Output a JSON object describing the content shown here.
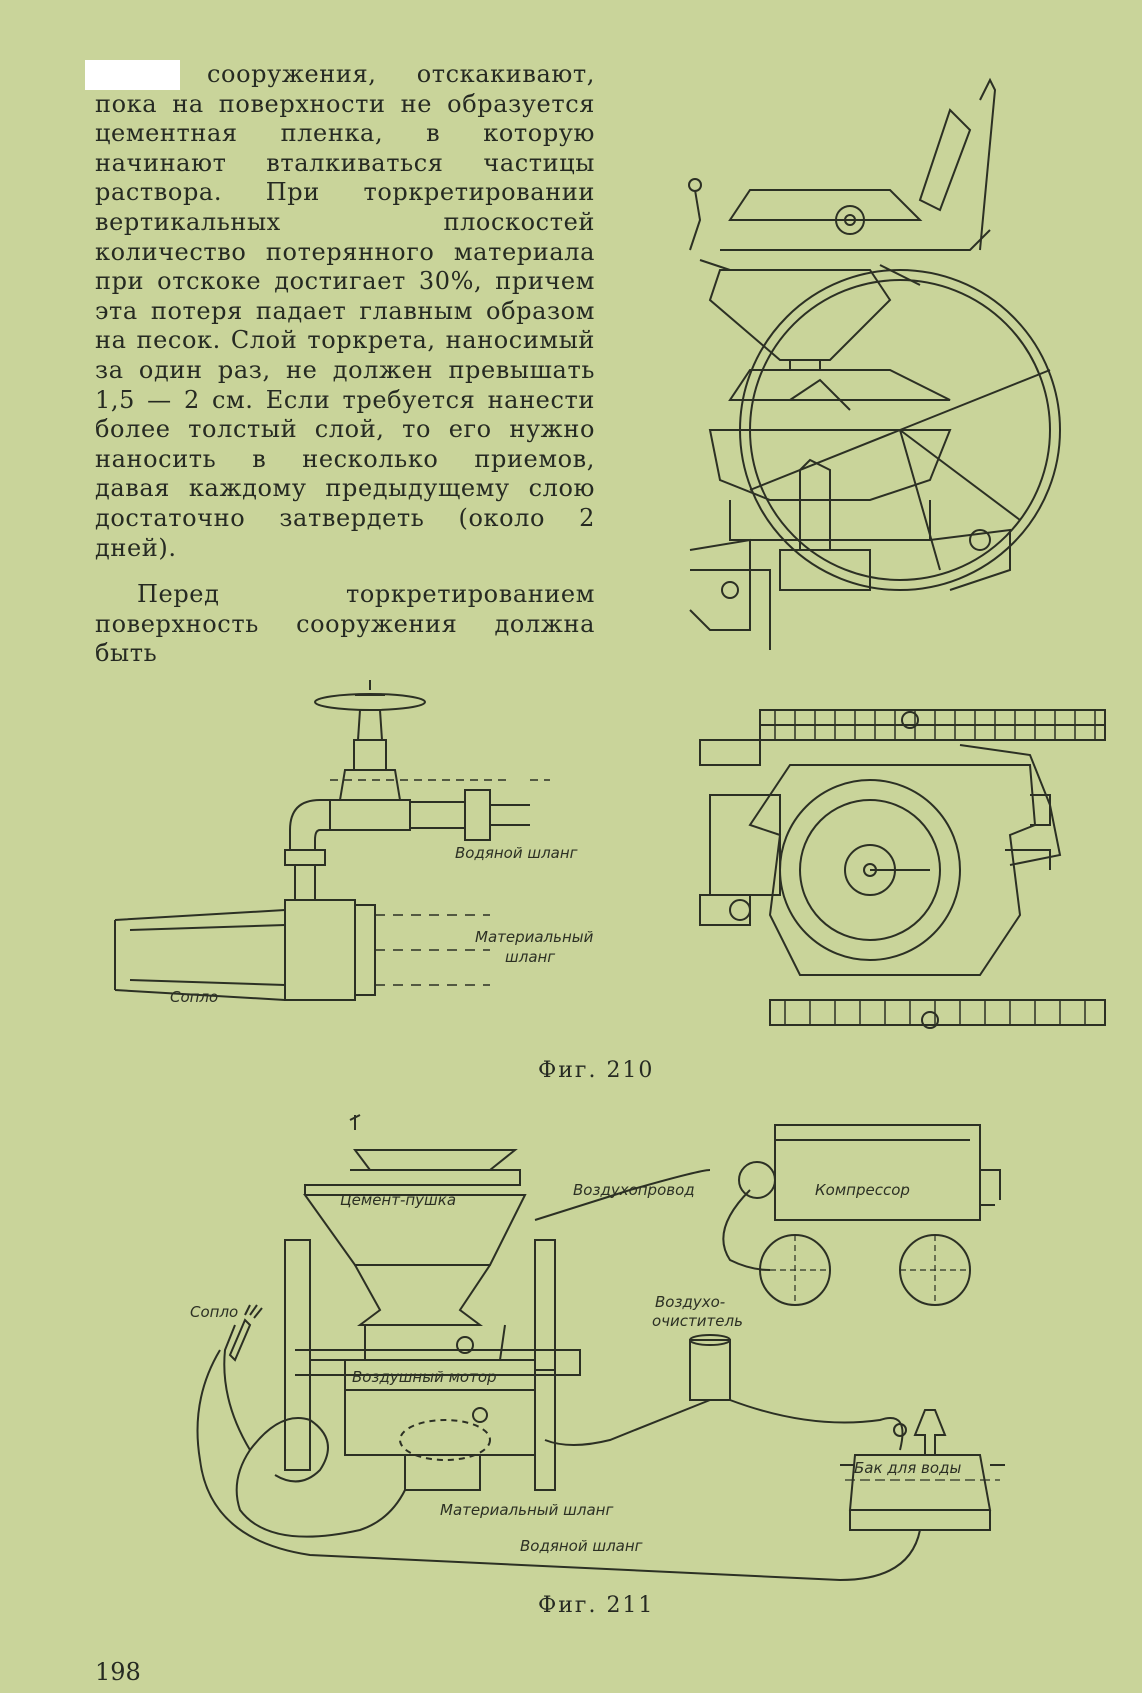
{
  "body_text": {
    "paragraph1": "сооружения, отскакивают, пока на поверхности не образуется цементная пленка, в которую начинают вталкиваться частицы раствора. При торкретировании вертикальных плоскостей количество потерянного материала при отскоке достигает 30%, причем эта потеря падает главным образом на песок. Слой торкрета, наносимый за один раз, не должен превышать 1,5 — 2 см. Если требуется нанести более толстый слой, то его нужно наносить в несколько приемов, давая каждому предыдущему слою достаточно затвердеть (около 2 дней).",
    "paragraph2": "Перед торкретированием поверхность сооружения должна быть"
  },
  "fig210": {
    "caption": "Фиг. 210",
    "labels": {
      "water_hose": "Водяной шланг",
      "material_hose_1": "Материальный",
      "material_hose_2": "шланг",
      "nozzle": "Сопло"
    }
  },
  "fig211": {
    "caption": "Фиг. 211",
    "labels": {
      "air_pipe": "Воздухопровод",
      "cement_gun": "Цемент-пушка",
      "compressor": "Компрессор",
      "air_cleaner_1": "Воздухо-",
      "air_cleaner_2": "очиститель",
      "nozzle": "Сопло",
      "air_motor": "Воздушный мотор",
      "water_tank": "Бак для воды",
      "material_hose": "Материальный шланг",
      "water_hose": "Водяной шланг"
    }
  },
  "page_number": "198"
}
